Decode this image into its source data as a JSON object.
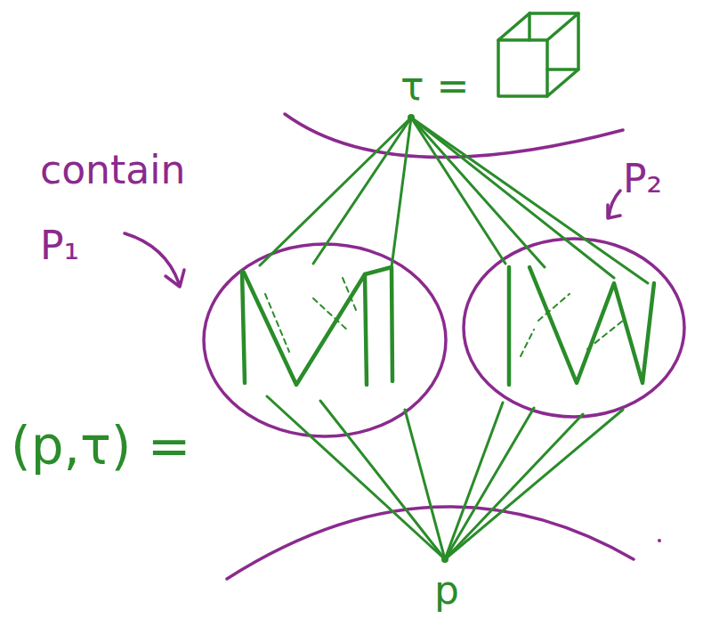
{
  "diagram": {
    "labels": [
      "τ =",
      "contain P₁",
      "P₂",
      "(p,τ) =",
      "p"
    ]
  }
}
